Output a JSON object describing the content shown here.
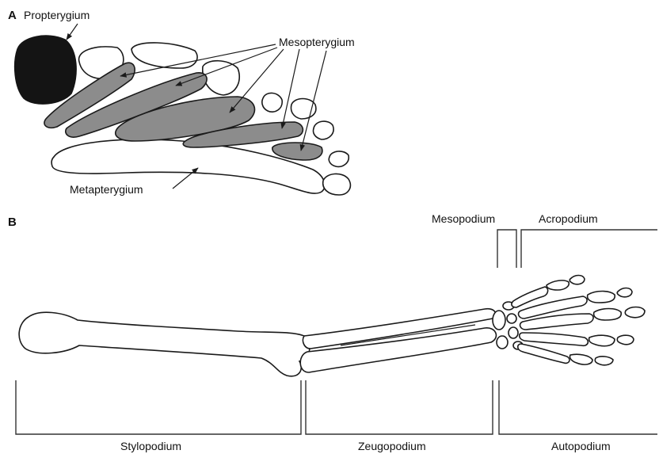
{
  "panels": {
    "a": {
      "letter": "A",
      "labels": {
        "propterygium": "Propterygium",
        "mesopterygium": "Mesopterygium",
        "metapterygium": "Metapterygium"
      },
      "colors": {
        "propterygium": "#141414",
        "mesopterygium": "#8c8c8c",
        "outline": "#1a1a1a"
      }
    },
    "b": {
      "letter": "B",
      "labels": {
        "mesopodium": "Mesopodium",
        "acropodium": "Acropodium",
        "stylopodium": "Stylopodium",
        "zeugopodium": "Zeugopodium",
        "autopodium": "Autopodium"
      }
    }
  }
}
